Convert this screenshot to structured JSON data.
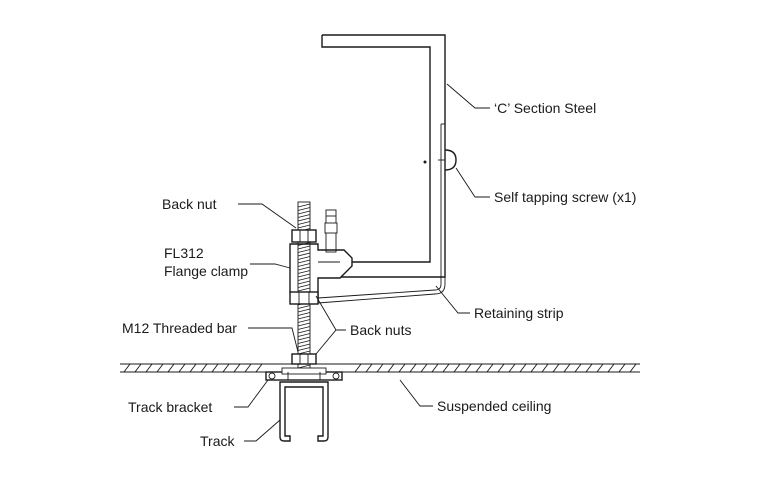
{
  "labels": {
    "c_section": "‘C’ Section Steel",
    "self_tapping": "Self tapping screw (x1)",
    "back_nut": "Back nut",
    "flange_clamp_line1": "FL312",
    "flange_clamp_line2": "Flange clamp",
    "retaining_strip": "Retaining strip",
    "threaded_bar": "M12 Threaded bar",
    "back_nuts": "Back nuts",
    "track_bracket": "Track bracket",
    "suspended_ceiling": "Suspended ceiling",
    "track": "Track"
  },
  "colors": {
    "line": "#1a1a1a",
    "background": "#ffffff"
  }
}
